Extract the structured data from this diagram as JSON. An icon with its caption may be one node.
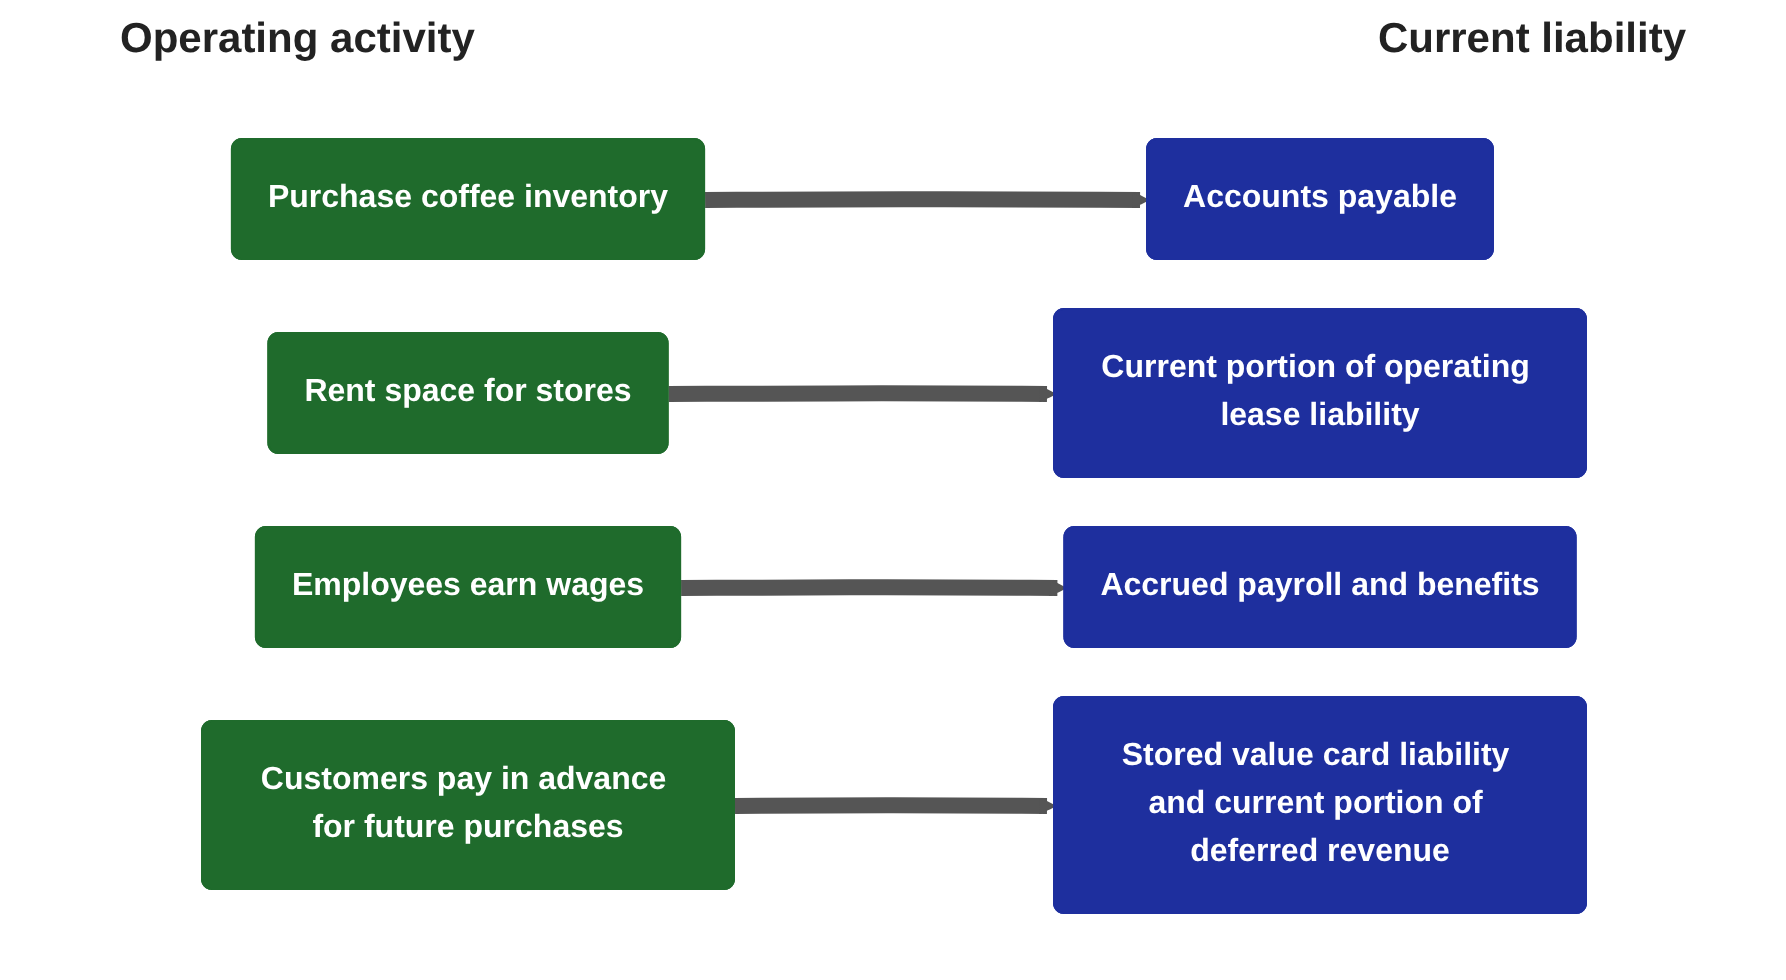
{
  "diagram": {
    "nodes": [
      {
        "text": [
          "Purchase coffee inventory"
        ]
      },
      {
        "text": [
          "Rent space for stores"
        ]
      },
      {
        "text": [
          "Employees earn wages"
        ]
      },
      {
        "text": [
          "Customers pay in advance for future purchases"
        ]
      },
      {
        "text": [
          "Accounts payable"
        ]
      },
      {
        "text": [
          "Current portion of operating lease liability"
        ]
      },
      {
        "text": [
          "Accrued payroll and benefits"
        ]
      },
      {
        "text": [
          "Stored value card liability and current portion of deferred revenue"
        ]
      }
    ],
    "edges": [
      {
        "from": 0,
        "to": 4,
        "arrow": "to"
      },
      {
        "from": 1,
        "to": 5,
        "arrow": "to"
      },
      {
        "from": 2,
        "to": 6,
        "arrow": "to"
      },
      {
        "from": 3,
        "to": 7,
        "arrow": "to"
      }
    ],
    "labels": [
      "Operating activity",
      "Current liability"
    ]
  }
}
